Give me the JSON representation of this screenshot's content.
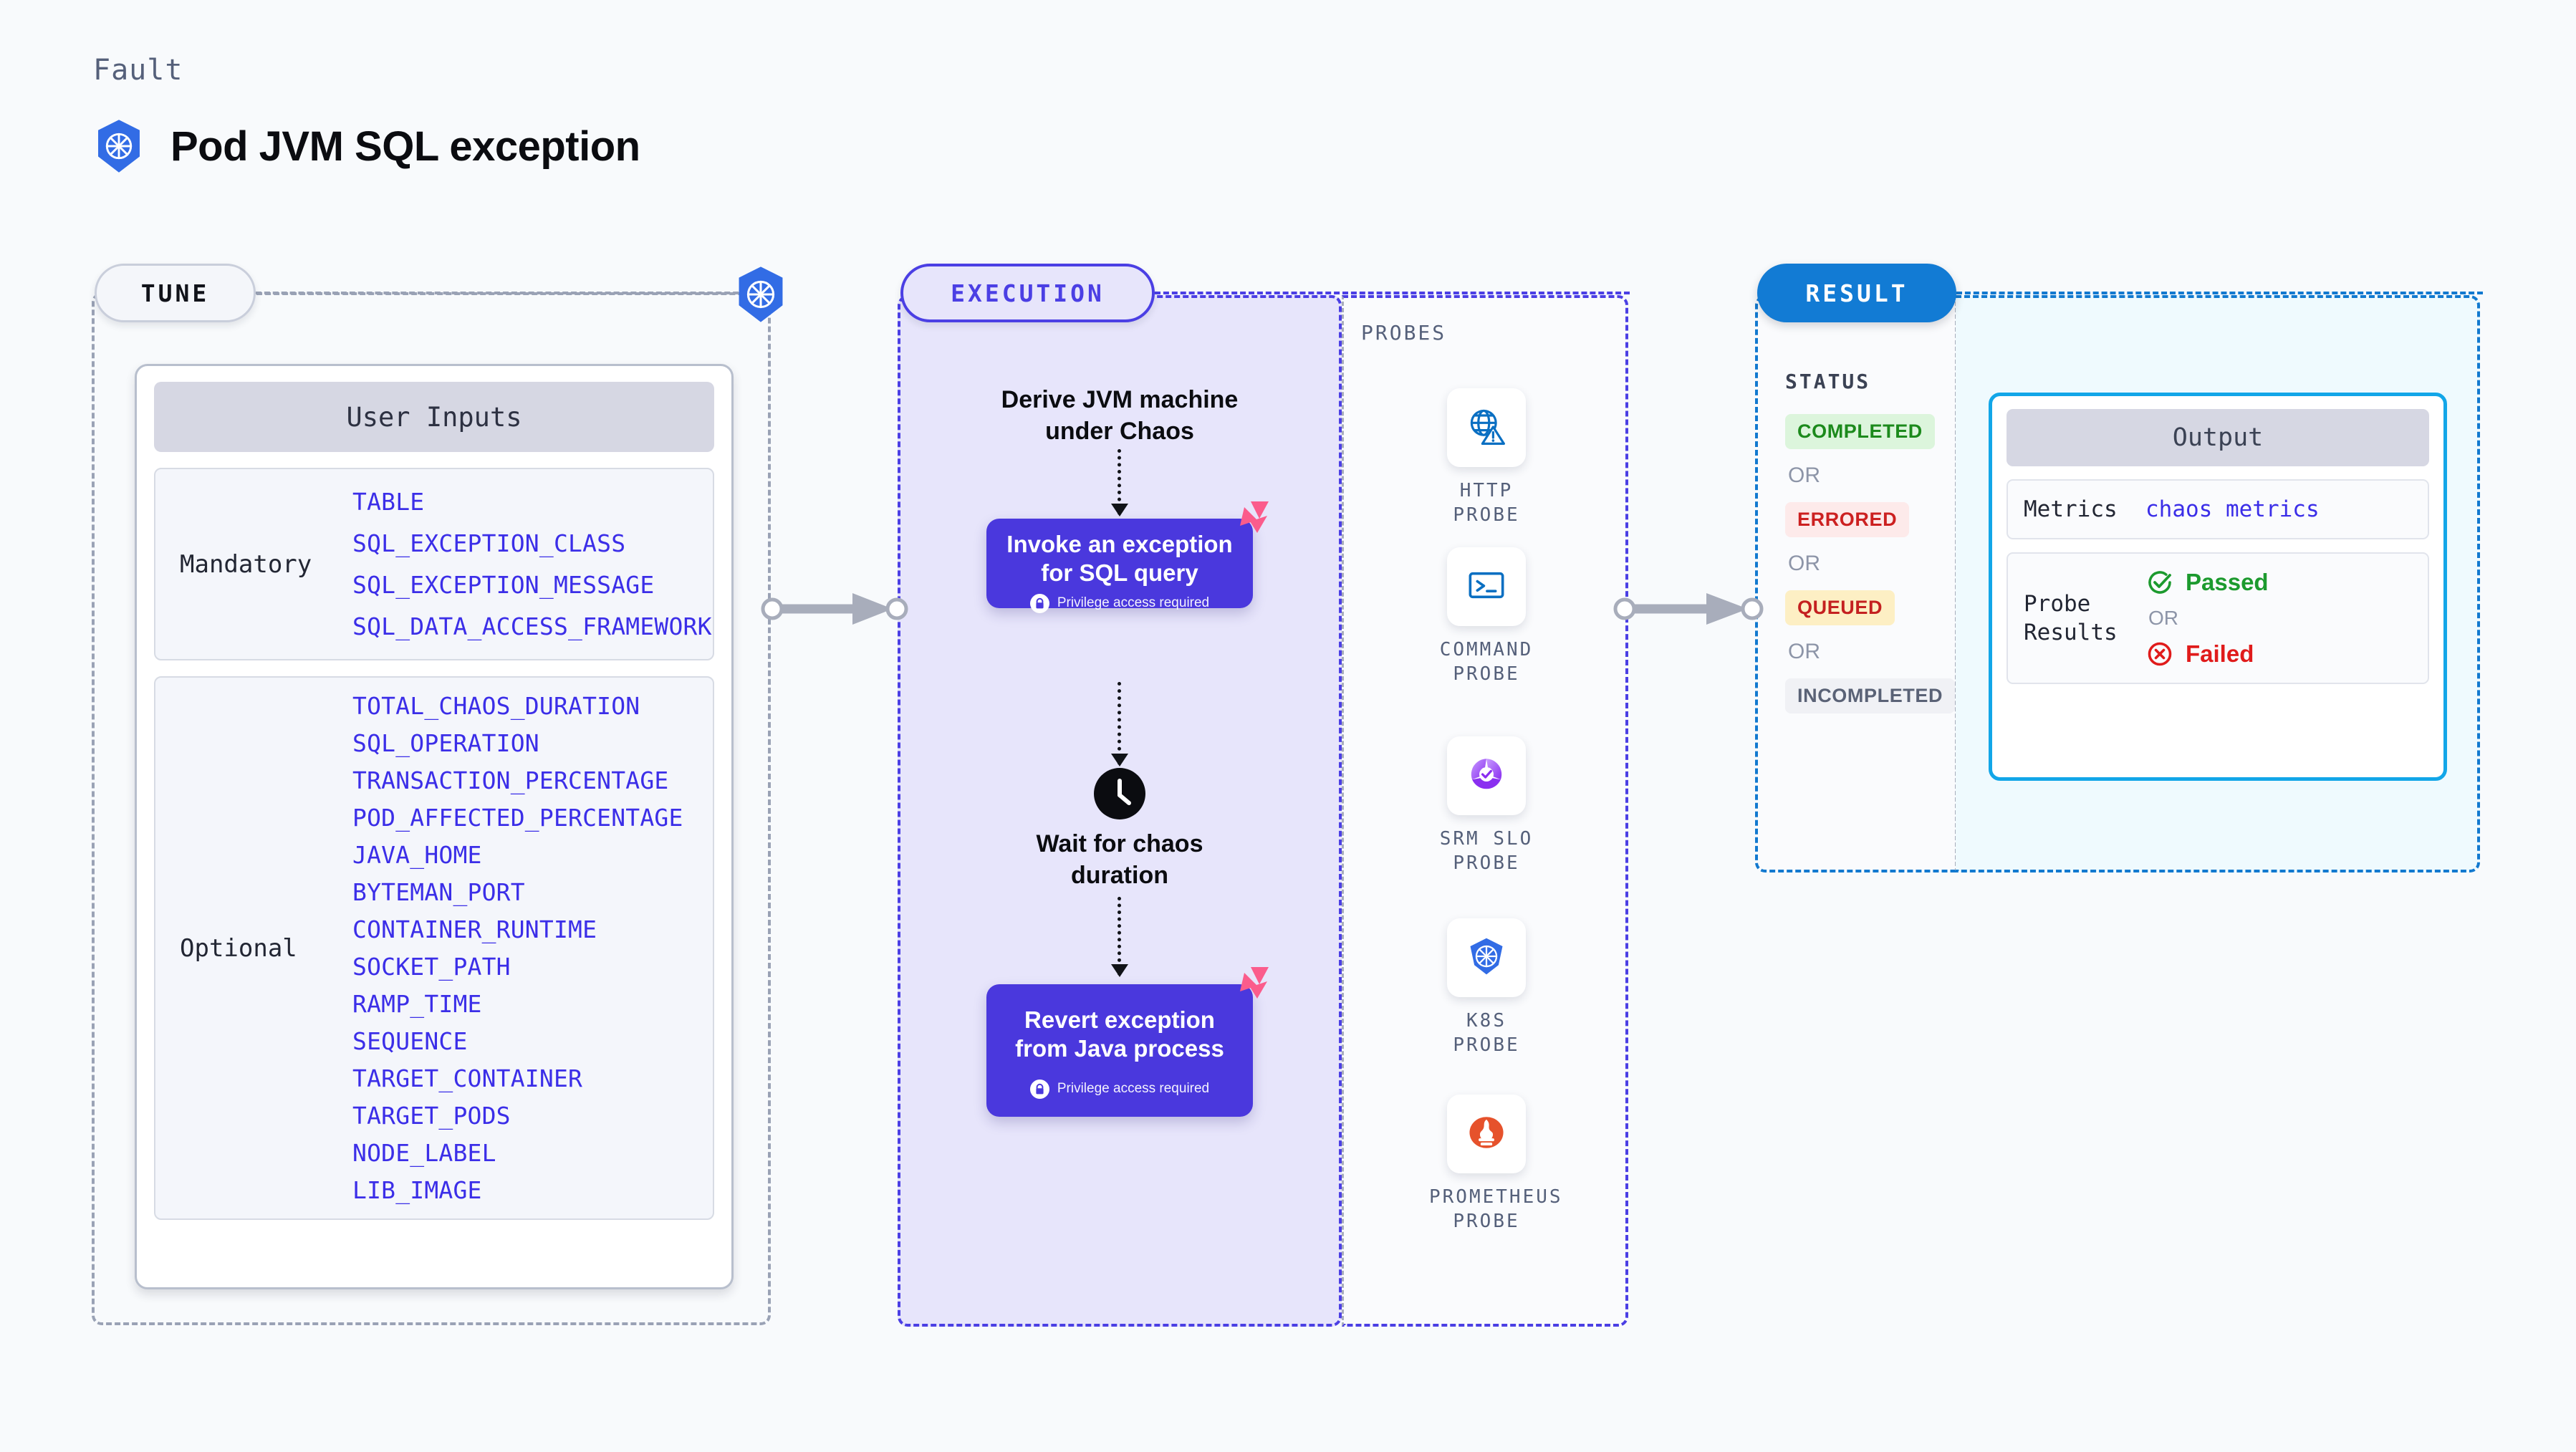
{
  "header": {
    "kicker": "Fault",
    "title": "Pod JVM SQL exception",
    "icon": "kubernetes-icon"
  },
  "sections": {
    "tune": {
      "pill_label": "TUNE",
      "line_icon": "kubernetes-icon"
    },
    "execution": {
      "pill_label": "EXECUTION"
    },
    "probes": {
      "label": "PROBES"
    },
    "result": {
      "pill_label": "RESULT"
    }
  },
  "tune": {
    "card_title": "User Inputs",
    "groups": [
      {
        "kind": "Mandatory",
        "params": [
          "TABLE",
          "SQL_EXCEPTION_CLASS",
          "SQL_EXCEPTION_MESSAGE",
          "SQL_DATA_ACCESS_FRAMEWORK"
        ]
      },
      {
        "kind": "Optional",
        "params": [
          "TOTAL_CHAOS_DURATION",
          "SQL_OPERATION",
          "TRANSACTION_PERCENTAGE",
          "POD_AFFECTED_PERCENTAGE",
          "JAVA_HOME",
          "BYTEMAN_PORT",
          "CONTAINER_RUNTIME",
          "SOCKET_PATH",
          "RAMP_TIME",
          "SEQUENCE",
          "TARGET_CONTAINER",
          "TARGET_PODS",
          "NODE_LABEL",
          "LIB_IMAGE"
        ]
      }
    ]
  },
  "execution": {
    "step1_title": "Derive JVM machine\nunder Chaos",
    "step2_title": "Invoke an exception\nfor SQL query",
    "step2_note": "Privilege access required",
    "step3_title": "Wait for chaos\nduration",
    "step3_icon": "clock-icon",
    "step4_title": "Revert exception\nfrom Java process",
    "step4_note": "Privilege access required",
    "badge_icon": "litmus-logo-icon",
    "lock_icon": "lock-icon"
  },
  "probes": [
    {
      "name": "HTTP PROBE",
      "icon": "globe-warning-icon"
    },
    {
      "name": "COMMAND PROBE",
      "icon": "terminal-icon"
    },
    {
      "name": "SRM SLO PROBE",
      "icon": "srm-slo-icon"
    },
    {
      "name": "K8S PROBE",
      "icon": "kubernetes-icon"
    },
    {
      "name": "PROMETHEUS PROBE",
      "icon": "prometheus-icon"
    }
  ],
  "result": {
    "status_label": "STATUS",
    "or_label": "OR",
    "statuses": [
      {
        "label": "COMPLETED",
        "style": "completed"
      },
      {
        "label": "ERRORED",
        "style": "errored"
      },
      {
        "label": "QUEUED",
        "style": "queued"
      },
      {
        "label": "INCOMPLETED",
        "style": "incompleted"
      }
    ]
  },
  "output": {
    "card_title": "Output",
    "metrics_key": "Metrics",
    "metrics_value": "chaos metrics",
    "probe_results_key": "Probe\nResults",
    "passed_label": "Passed",
    "failed_label": "Failed",
    "or_label": "OR",
    "passed_icon": "check-circle-icon",
    "failed_icon": "x-circle-icon"
  },
  "colors": {
    "accent_purple": "#4a38dd",
    "accent_blue": "#127bd4",
    "accent_cyan": "#12a6e8",
    "param_link": "#3b2ee8",
    "k8s_blue": "#326ce5",
    "litmus_pink": "#fb5c8c",
    "pass_green": "#1c9a2e",
    "fail_red": "#e01b1b",
    "muted": "#55607a"
  }
}
